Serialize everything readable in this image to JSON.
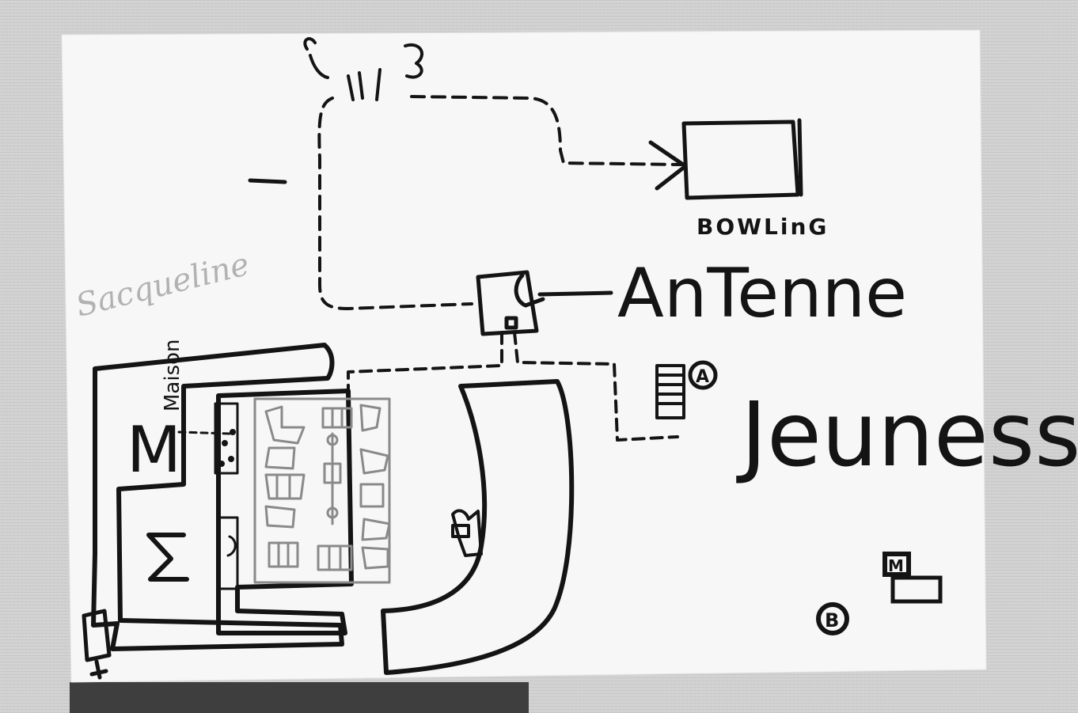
{
  "labels": {
    "bowling": "BOWLinG",
    "antenne": "AnTenne",
    "jeunesse": "Jeunesse",
    "maison": "Maison",
    "signature": "Sacqueline",
    "marker_a": "A",
    "marker_b": "B",
    "marker_m": "M",
    "letter_m": "M"
  },
  "colors": {
    "ink": "#141414",
    "paper": "#f7f7f7",
    "wall": "#d2d2d2",
    "pencil": "#8a8a8a"
  }
}
